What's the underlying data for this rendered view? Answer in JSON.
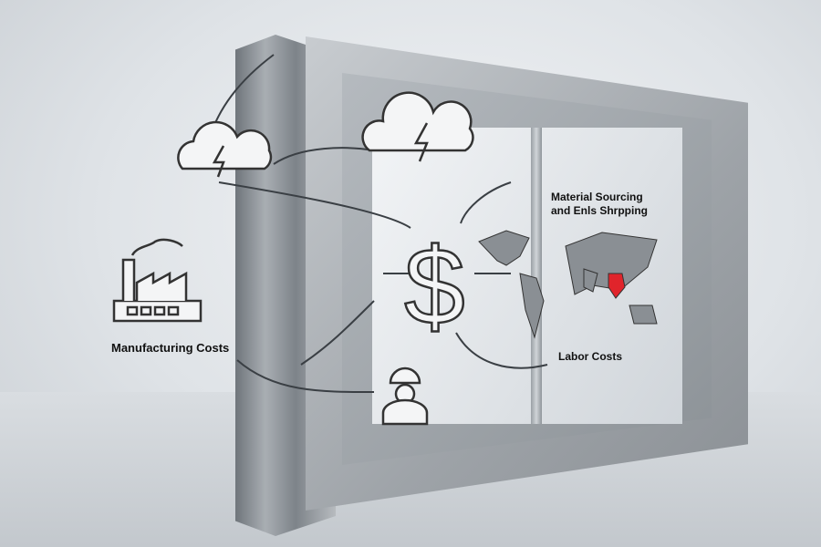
{
  "labels": {
    "material_line1": "Material Sourcing",
    "material_line2": "and Enls Shrpping",
    "labor": "Labor Costs",
    "manufacturing": "Manufacturing Costs"
  },
  "icons": [
    "cloud-lightning-icon",
    "dollar-icon",
    "world-map-icon",
    "factory-icon",
    "worker-icon"
  ],
  "colors": {
    "highlight_region": "#e0242b"
  }
}
